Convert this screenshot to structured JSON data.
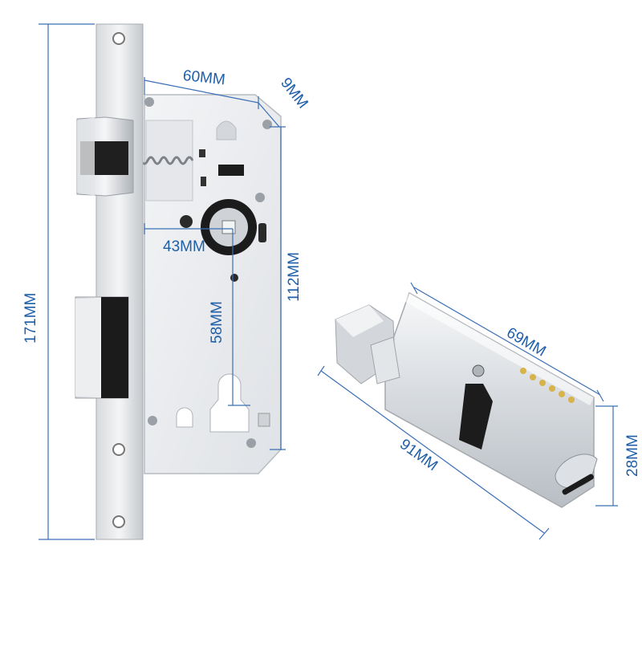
{
  "colors": {
    "dimension": "#1f5fa8",
    "steel_light": "#eef0f2",
    "steel_mid": "#c9cdd2",
    "steel_dark": "#8e949b",
    "black_part": "#1d1d1d",
    "brass": "#d8b24a"
  },
  "dimensions": {
    "lock_body_width": "60MM",
    "faceplate_thickness": "9MM",
    "backset": "43MM",
    "body_height": "112MM",
    "hub_to_cylinder": "58MM",
    "faceplate_length": "171MM",
    "cylinder_side_length": "69MM",
    "cylinder_total_length": "91MM",
    "cylinder_height": "28MM"
  },
  "icons": {
    "mortise": "mortise-lock-body-icon",
    "cylinder": "euro-cylinder-thumbturn-icon"
  }
}
